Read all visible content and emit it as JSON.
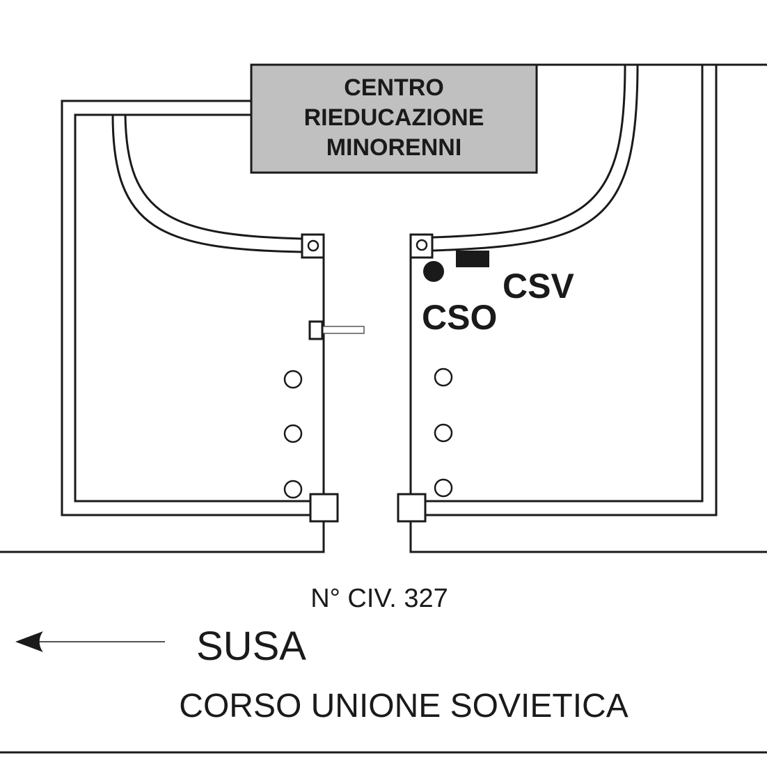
{
  "building": {
    "lines": [
      "CENTRO",
      "RIEDUCAZIONE",
      "MINORENNI"
    ],
    "fill_color": "#c0c0c0"
  },
  "labels": {
    "cso": "CSO",
    "csv": "CSV",
    "civic_number": "N° CIV. 327",
    "direction": "SUSA",
    "street": "CORSO UNIONE SOVIETICA"
  },
  "icons": {
    "cso_marker": "filled-circle-icon",
    "csv_marker": "filled-rectangle-icon",
    "direction_arrow": "arrow-left-icon"
  }
}
